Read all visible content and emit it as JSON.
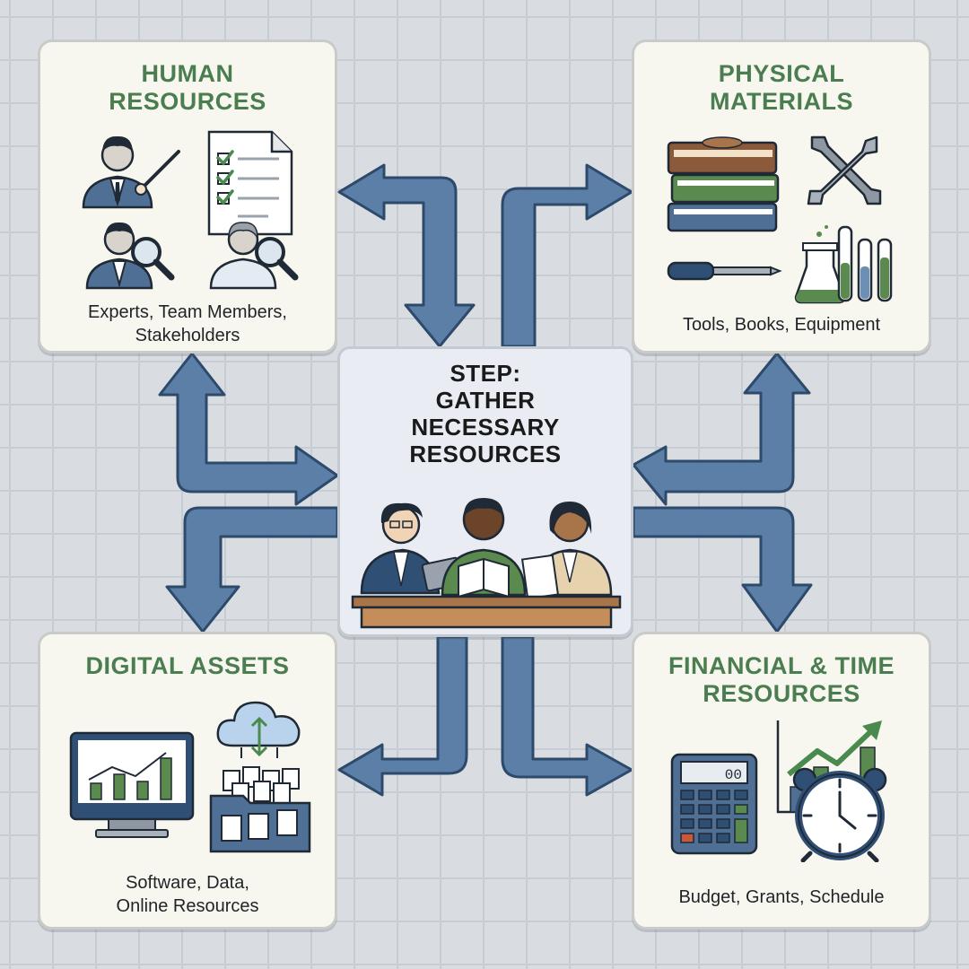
{
  "center": {
    "step_label": "STEP:",
    "title_line1": "GATHER",
    "title_line2": "NECESSARY",
    "title_line3": "RESOURCES"
  },
  "human": {
    "title_line1": "HUMAN",
    "title_line2": "RESOURCES",
    "caption_line1": "Experts, Team Members,",
    "caption_line2": "Stakeholders"
  },
  "physical": {
    "title_line1": "PHYSICAL",
    "title_line2": "MATERIALS",
    "caption": "Tools, Books, Equipment"
  },
  "digital": {
    "title": "DIGITAL ASSETS",
    "caption_line1": "Software, Data,",
    "caption_line2": "Online Resources"
  },
  "financial": {
    "title_line1": "FINANCIAL & TIME",
    "title_line2": "RESOURCES",
    "caption": "Budget, Grants, Schedule",
    "calculator_display": "00"
  },
  "colors": {
    "title_green": "#4a7d4f",
    "arrow_fill": "#5b7fa6",
    "arrow_outline": "#2d4a6b",
    "card_bg": "#f8f7ef",
    "grid_bg": "#d9dde2"
  },
  "icons": [
    "presenter-icon",
    "checklist-icon",
    "researcher-icon",
    "books-icon",
    "wrench-icon",
    "screwdriver-icon",
    "lab-flask-icon",
    "monitor-chart-icon",
    "cloud-sync-icon",
    "folder-files-icon",
    "calculator-icon",
    "growth-chart-icon",
    "alarm-clock-icon",
    "team-meeting-icon"
  ]
}
